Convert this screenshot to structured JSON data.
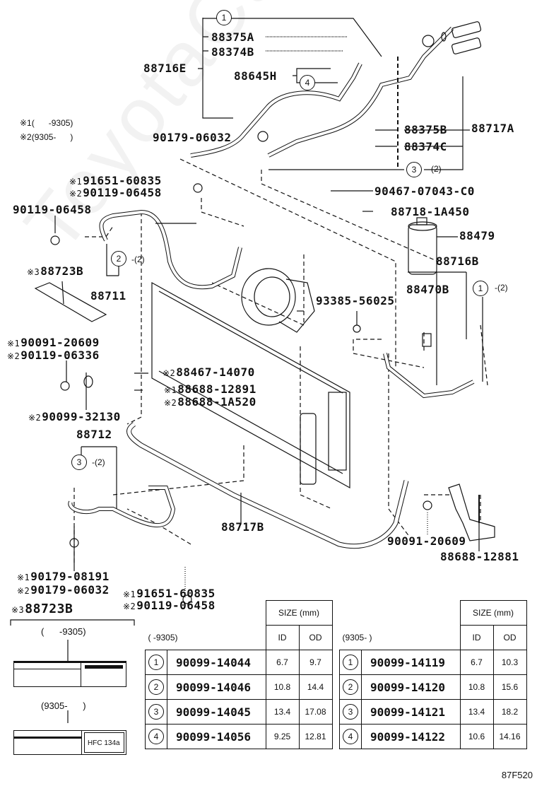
{
  "watermark": "ToyotaCarMirror.ru",
  "drawing_code": "87F520",
  "notes": {
    "note1": "※1(      -9305)",
    "note2": "※2(9305-      )"
  },
  "callouts": {
    "c1_top": "1",
    "c4": "4",
    "c3_top": "3",
    "c3_top_qty": "-(2)",
    "c2_mid": "2",
    "c2_mid_qty": "-(2)",
    "c1_right": "1",
    "c1_right_qty": "-(2)",
    "c3_bottom": "3",
    "c3_bottom_qty": "-(2)"
  },
  "labels": {
    "p88375A": "88375A",
    "p88374B": "88374B",
    "p88716E": "88716E",
    "p88645H": "88645H",
    "p90179_06032_top": "90179-06032",
    "p88375B": "88375B",
    "p88717A": "88717A",
    "p88374C": "88374C",
    "p91651_60835_a_mark": "※1",
    "p91651_60835_a": "91651-60835",
    "p90119_06458_a_mark": "※2",
    "p90119_06458_a": "90119-06458",
    "p90467": "90467-07043-C0",
    "p90119_06458_b": "90119-06458",
    "p88718": "88718-1A450",
    "p88479": "88479",
    "p88723B_mark": "※3",
    "p88723B": "88723B",
    "p88716B": "88716B",
    "p88711": "88711",
    "p88470B": "88470B",
    "p93385": "93385-56025",
    "p90091_mark": "※1",
    "p90091": "90091-20609",
    "p90119_06336_mark": "※2",
    "p90119_06336": "90119-06336",
    "p88467_mark": "※2",
    "p88467": "88467-14070",
    "p88688_12891_mark": "※1",
    "p88688_12891": "88688-12891",
    "p88688_1A520_mark": "※2",
    "p88688_1A520": "88688-1A520",
    "p90099_32130_mark": "※2",
    "p90099_32130": "90099-32130",
    "p88712": "88712",
    "p88717B": "88717B",
    "p90091_20609_b": "90091-20609",
    "p88688_12881": "88688-12881",
    "p90179_08191_mark": "※1",
    "p90179_08191": "90179-08191",
    "p90179_06032_b_mark": "※2",
    "p90179_06032_b": "90179-06032",
    "p91651_60835_b_mark": "※1",
    "p91651_60835_b": "91651-60835",
    "p90119_06458_c_mark": "※2",
    "p90119_06458_c": "90119-06458"
  },
  "label_inset": {
    "title_mark": "※3",
    "title": "88723B",
    "variant_old": "(      -9305)",
    "variant_new": "(9305-      )",
    "label_text": "HFC 134a"
  },
  "tables": [
    {
      "period": "(      -9305)",
      "size_header": "SIZE (mm)",
      "col_id": "ID",
      "col_od": "OD",
      "rows": [
        {
          "ref": "1",
          "part": "90099-14044",
          "id": "6.7",
          "od": "9.7"
        },
        {
          "ref": "2",
          "part": "90099-14046",
          "id": "10.8",
          "od": "14.4"
        },
        {
          "ref": "3",
          "part": "90099-14045",
          "id": "13.4",
          "od": "17.08"
        },
        {
          "ref": "4",
          "part": "90099-14056",
          "id": "9.25",
          "od": "12.81"
        }
      ]
    },
    {
      "period": "(9305-      )",
      "size_header": "SIZE (mm)",
      "col_id": "ID",
      "col_od": "OD",
      "rows": [
        {
          "ref": "1",
          "part": "90099-14119",
          "id": "6.7",
          "od": "10.3"
        },
        {
          "ref": "2",
          "part": "90099-14120",
          "id": "10.8",
          "od": "15.6"
        },
        {
          "ref": "3",
          "part": "90099-14121",
          "id": "13.4",
          "od": "18.2"
        },
        {
          "ref": "4",
          "part": "90099-14122",
          "id": "10.6",
          "od": "14.16"
        }
      ]
    }
  ]
}
